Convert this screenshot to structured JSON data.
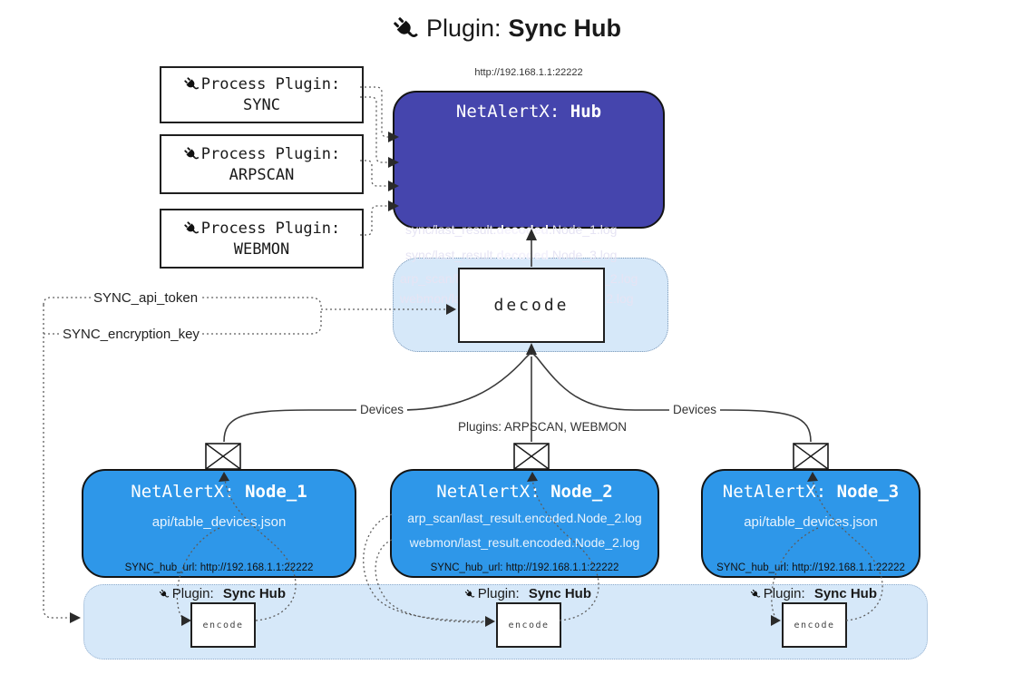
{
  "title": {
    "prefix": "Plugin:",
    "name": "Sync Hub"
  },
  "hub": {
    "url": "http://192.168.1.1:22222",
    "title_prefix": "NetAlertX:",
    "title_name": "Hub",
    "logs": [
      {
        "pre": "sync/last_result.",
        "bold": "decoded",
        "post": ".Node_1.log"
      },
      {
        "pre": "sync/last_result.",
        "bold": "decoded",
        "post": ".Node_3.log"
      },
      {
        "pre": "arp_scan/last_result.",
        "bold": "decoded",
        "post": ".Node_2.log"
      },
      {
        "pre": "webmon/last_result.",
        "bold": "decoded",
        "post": ".Node_2.log"
      }
    ]
  },
  "process_plugins": [
    {
      "label": "Process Plugin:",
      "name": "SYNC"
    },
    {
      "label": "Process Plugin:",
      "name": "ARPSCAN"
    },
    {
      "label": "Process Plugin:",
      "name": "WEBMON"
    }
  ],
  "decode_label": "decode",
  "settings": {
    "api_token": "SYNC_api_token",
    "encryption_key": "SYNC_encryption_key"
  },
  "edge_labels": {
    "devices_left": "Devices",
    "devices_right": "Devices",
    "plugins": "Plugins: ARPSCAN, WEBMON"
  },
  "nodes": [
    {
      "title_prefix": "NetAlertX:",
      "title_name": "Node_1",
      "lines": [
        "api/table_devices.json"
      ],
      "hub_url": "SYNC_hub_url: http://192.168.1.1:22222"
    },
    {
      "title_prefix": "NetAlertX:",
      "title_name": "Node_2",
      "lines": [
        "arp_scan/last_result.encoded.Node_2.log",
        "webmon/last_result.encoded.Node_2.log"
      ],
      "hub_url": "SYNC_hub_url: http://192.168.1.1:22222"
    },
    {
      "title_prefix": "NetAlertX:",
      "title_name": "Node_3",
      "lines": [
        "api/table_devices.json"
      ],
      "hub_url": "SYNC_hub_url: http://192.168.1.1:22222"
    }
  ],
  "encode_band": {
    "plugin_prefix": "Plugin:",
    "plugin_name": "Sync Hub",
    "encode_label": "encode"
  },
  "colors": {
    "hub_fill": "#4545ad",
    "node_fill": "#2e97e9",
    "band_fill": "#d6e8f9",
    "line": "#3a3a3a"
  }
}
